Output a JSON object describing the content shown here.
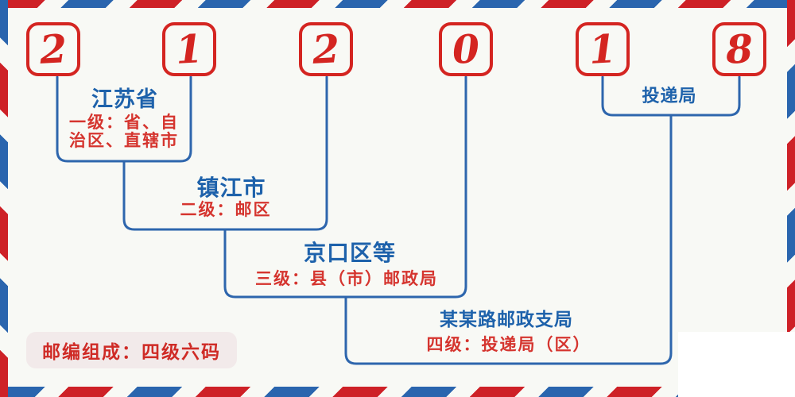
{
  "colors": {
    "stripe_red": "#ce2127",
    "stripe_blue": "#2a65ae",
    "digit_red": "#d42521",
    "title_blue": "#1e62ab",
    "desc_red": "#d5352f",
    "connector_blue": "#2e66ad",
    "badge_bg": "#f2eaea",
    "page_bg": "#f8f9f5"
  },
  "postal_code": {
    "digits": [
      "2",
      "1",
      "2",
      "0",
      "1",
      "8"
    ]
  },
  "groups": [
    {
      "id": "level1",
      "title": "江苏省",
      "desc_line1": "一级：省、自",
      "desc_line2": "治区、直辖市"
    },
    {
      "id": "level2",
      "title": "镇江市",
      "desc": "二级：邮区"
    },
    {
      "id": "level3",
      "title": "京口区等",
      "desc": "三级：县（市）邮政局"
    },
    {
      "id": "level4",
      "title": "某某路邮政支局",
      "desc": "四级：投递局（区）"
    },
    {
      "id": "delivery",
      "title": "投递局"
    }
  ],
  "badge": {
    "text": "邮编组成：四级六码"
  }
}
